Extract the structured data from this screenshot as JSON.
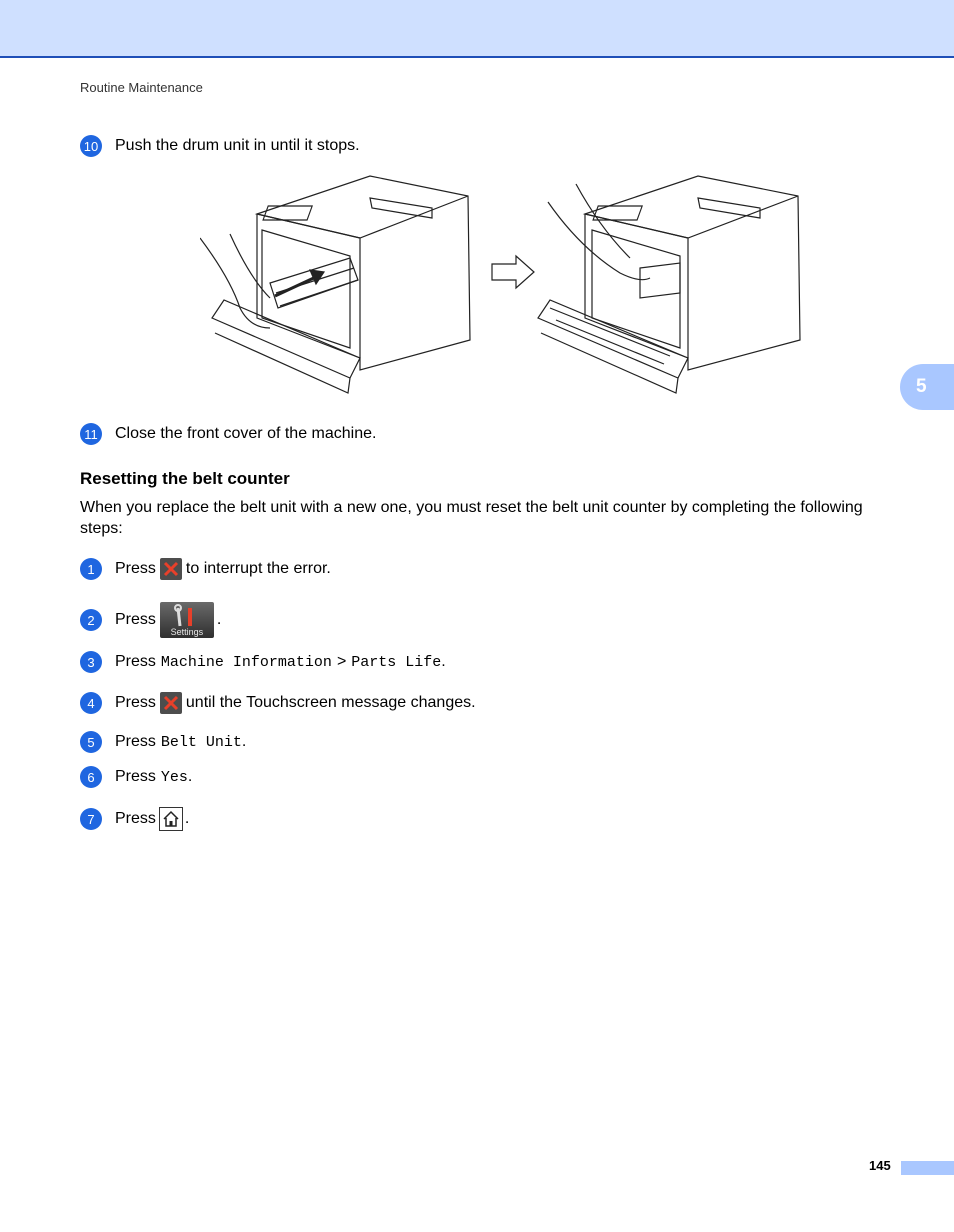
{
  "header": {
    "running_title": "Routine Maintenance"
  },
  "chapter_tab": "5",
  "steps_top": [
    {
      "num": "10",
      "text": "Push the drum unit in until it stops."
    },
    {
      "num": "11",
      "text": "Close the front cover of the machine."
    }
  ],
  "section": {
    "title": "Resetting the belt counter",
    "intro": "When you replace the belt unit with a new one, you must reset the belt unit counter by completing the following steps:"
  },
  "steps": {
    "s1": {
      "num": "1",
      "press": "Press",
      "after": "to interrupt the error."
    },
    "s2": {
      "num": "2",
      "press": "Press",
      "icon_label": "Settings",
      "after": "."
    },
    "s3": {
      "num": "3",
      "press": "Press",
      "code1": "Machine Information",
      "sep": ">",
      "code2": "Parts Life",
      "after": "."
    },
    "s4": {
      "num": "4",
      "press": "Press",
      "after": "until the Touchscreen message changes."
    },
    "s5": {
      "num": "5",
      "press": "Press",
      "code": "Belt Unit",
      "after": "."
    },
    "s6": {
      "num": "6",
      "press": "Press",
      "code": "Yes",
      "after": "."
    },
    "s7": {
      "num": "7",
      "press": "Press",
      "after": "."
    }
  },
  "icons": {
    "cancel": "x-cancel-icon",
    "settings": "settings-icon",
    "home": "home-icon",
    "arrow": "arrow-right-icon"
  },
  "colors": {
    "step_badge": "#1f66e0",
    "cancel_x": "#e8402a",
    "band": "#cfe0ff",
    "tab": "#a9c7ff"
  },
  "footer": {
    "page_number": "145"
  }
}
